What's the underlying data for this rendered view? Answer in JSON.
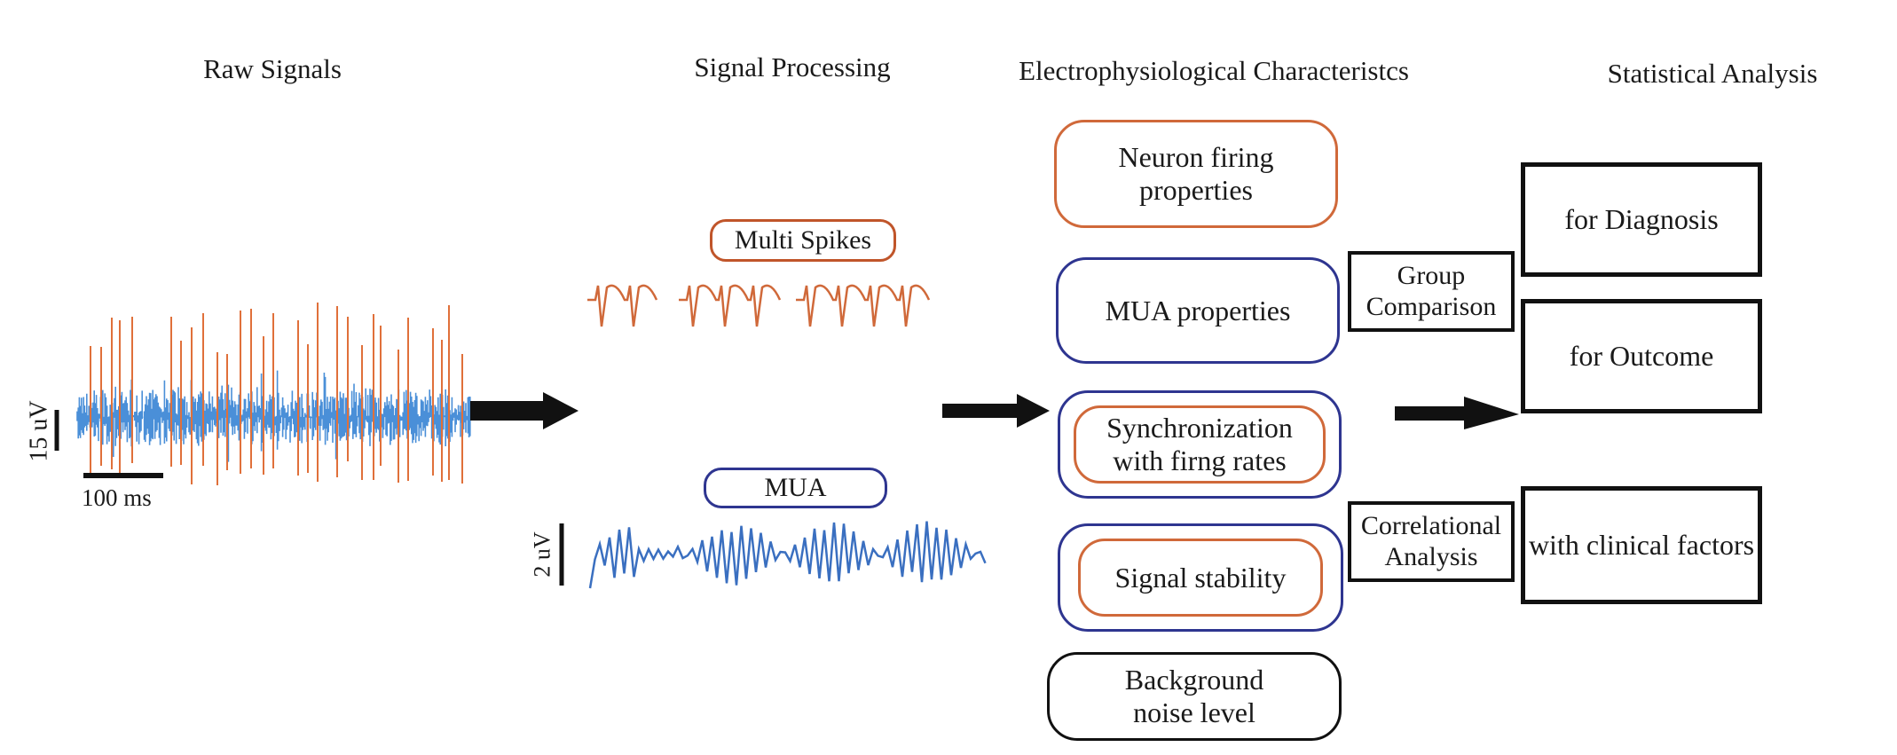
{
  "headers": {
    "raw": "Raw Signals",
    "processing": "Signal Processing",
    "characteristics": "Electrophysiological Characteristcs",
    "statistics": "Statistical Analysis"
  },
  "raw_signal": {
    "scale_y_label": "15 uV",
    "scale_x_label": "100 ms",
    "noise_color": "#4a8fd8",
    "spike_color": "#e0703a",
    "spike_count": 36
  },
  "processing": {
    "multi_spikes_label": "Multi Spikes",
    "spike_groups": [
      2,
      3,
      4
    ],
    "spike_color": "#d0693a",
    "mua_label": "MUA",
    "mua_scale_label": "2 uV",
    "mua_color": "#3a6fc0"
  },
  "characteristics": {
    "neuron_firing": [
      "Neuron firing",
      "properties"
    ],
    "mua_properties": "MUA properties",
    "synchronization": [
      "Synchronization",
      "with firng rates"
    ],
    "signal_stability": "Signal stability",
    "background_noise": [
      "Background",
      "noise level"
    ]
  },
  "analysis_methods": {
    "group_comparison": [
      "Group",
      "Comparison"
    ],
    "correlational": [
      "Correlational",
      "Analysis"
    ]
  },
  "statistics": {
    "diagnosis": "for Diagnosis",
    "outcome": "for Outcome",
    "clinical": "with clinical factors"
  },
  "colors": {
    "orange": "#d0693a",
    "navy": "#2e3590",
    "black": "#111111"
  },
  "flow": [
    "Raw Signals",
    "Signal Processing",
    "Electrophysiological Characteristcs",
    "Statistical Analysis"
  ]
}
